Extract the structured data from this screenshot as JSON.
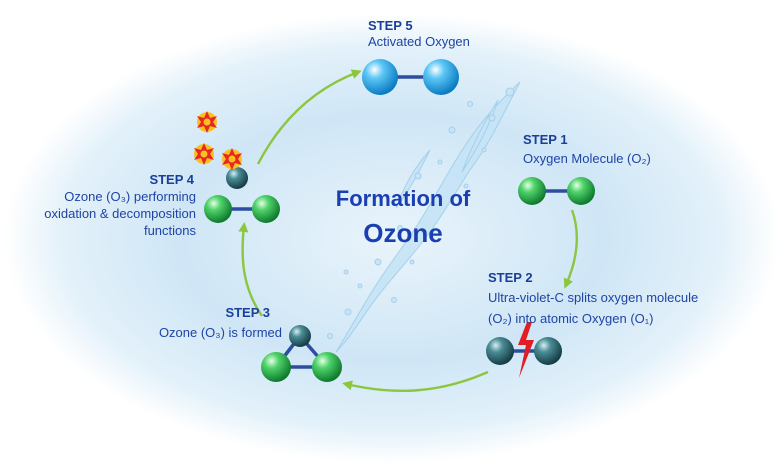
{
  "title": {
    "line1": "Formation of",
    "line2": "Ozone"
  },
  "steps": [
    {
      "label": "STEP 1",
      "lines": [
        "Oxygen Molecule (O₂)"
      ]
    },
    {
      "label": "STEP 2",
      "lines": [
        "Ultra-violet-C splits oxygen molecule",
        "(O₂) into atomic Oxygen (O₁)"
      ]
    },
    {
      "label": "STEP 3",
      "lines": [
        "Ozone (O₃) is formed"
      ]
    },
    {
      "label": "STEP 4",
      "lines": [
        "Ozone (O₃) performing",
        "oxidation & decomposition",
        "functions"
      ]
    },
    {
      "label": "STEP 5",
      "lines": [
        "Activated  Oxygen"
      ]
    }
  ],
  "colors": {
    "text": "#1a3f9a",
    "arrow": "#8cc63f",
    "oxygen_green": "#2fa84f",
    "atomic_teal": "#2f6f7a",
    "activated_blue": "#2aa6e8",
    "bond": "#2c4da0",
    "uv_bolt": "#e01e24",
    "burst": "#e8262a"
  }
}
